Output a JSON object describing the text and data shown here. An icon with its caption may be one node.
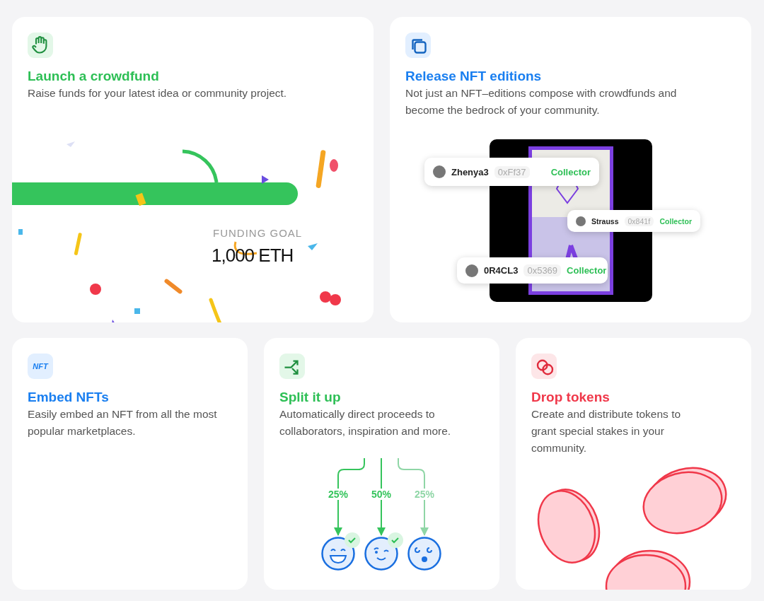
{
  "diagram": {
    "nodes": [
      {
        "text": [
          "Launch a crowdfund",
          "Raise funds for your latest idea or community project."
        ]
      },
      {
        "text": [
          "Release NFT editions",
          "Not just an NFT–editions compose with crowdfunds and become the bedrock of your community."
        ]
      },
      {
        "text": [
          "Zhenya3",
          "0xFf37",
          "Collector"
        ],
        "in": 1
      },
      {
        "text": [
          "Strauss",
          "0x841f",
          "Collector"
        ],
        "in": 1
      },
      {
        "text": [
          "0R4CL3",
          "0x5369",
          "Collector"
        ],
        "in": 1
      },
      {
        "text": [
          "Embed NFTs",
          "Easily embed an NFT from all the most popular marketplaces."
        ]
      },
      {
        "text": [
          "Split it up",
          "Automatically direct proceeds to collaborators, inspiration and more."
        ]
      },
      {
        "text": [],
        "shape": "picture",
        "in": 6
      },
      {
        "text": [],
        "shape": "picture",
        "in": 6
      },
      {
        "text": [],
        "shape": "picture",
        "in": 6
      },
      {
        "text": [
          "Drop tokens",
          "Create and distribute tokens to grant special stakes in your community."
        ]
      }
    ],
    "edges": [
      {
        "from": null,
        "to": 7,
        "arrow": "to",
        "label": "25%"
      },
      {
        "from": null,
        "to": 8,
        "arrow": "to",
        "label": "50%"
      },
      {
        "from": null,
        "to": 9,
        "arrow": "to",
        "label": "25%",
        "color": "#8fd6a6"
      }
    ],
    "labels": [
      "FUNDING GOAL",
      "1,000 ETH",
      "NFT"
    ]
  }
}
